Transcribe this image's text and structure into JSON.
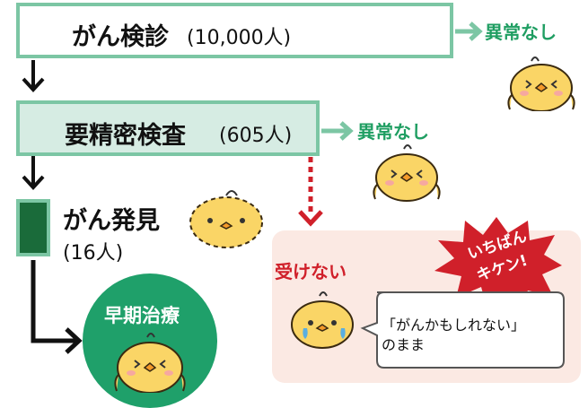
{
  "screening": {
    "title": "がん検診",
    "count": "(10,000人)"
  },
  "detailed": {
    "title": "要精密検査",
    "count": "(605人)"
  },
  "cancer": {
    "title": "がん発見",
    "count": "(16人)"
  },
  "normal1": "異常なし",
  "normal2": "異常なし",
  "early_treatment": "早期治療",
  "not_taken": "受けない",
  "danger_badge": {
    "line1": "いちばん",
    "line2": "キケン!"
  },
  "speech": {
    "line1": "「がんかもしれない」",
    "line2": "のまま"
  },
  "colors": {
    "box_border": "#7cc6a4",
    "box2_fill": "#d6ece3",
    "dark_green": "#1a6b3a",
    "treatment_green": "#1fa06a",
    "normal_text": "#1f9e62",
    "warning_red": "#d0202a",
    "risk_panel": "#fbe9e3",
    "chick_yellow": "#fad566"
  }
}
